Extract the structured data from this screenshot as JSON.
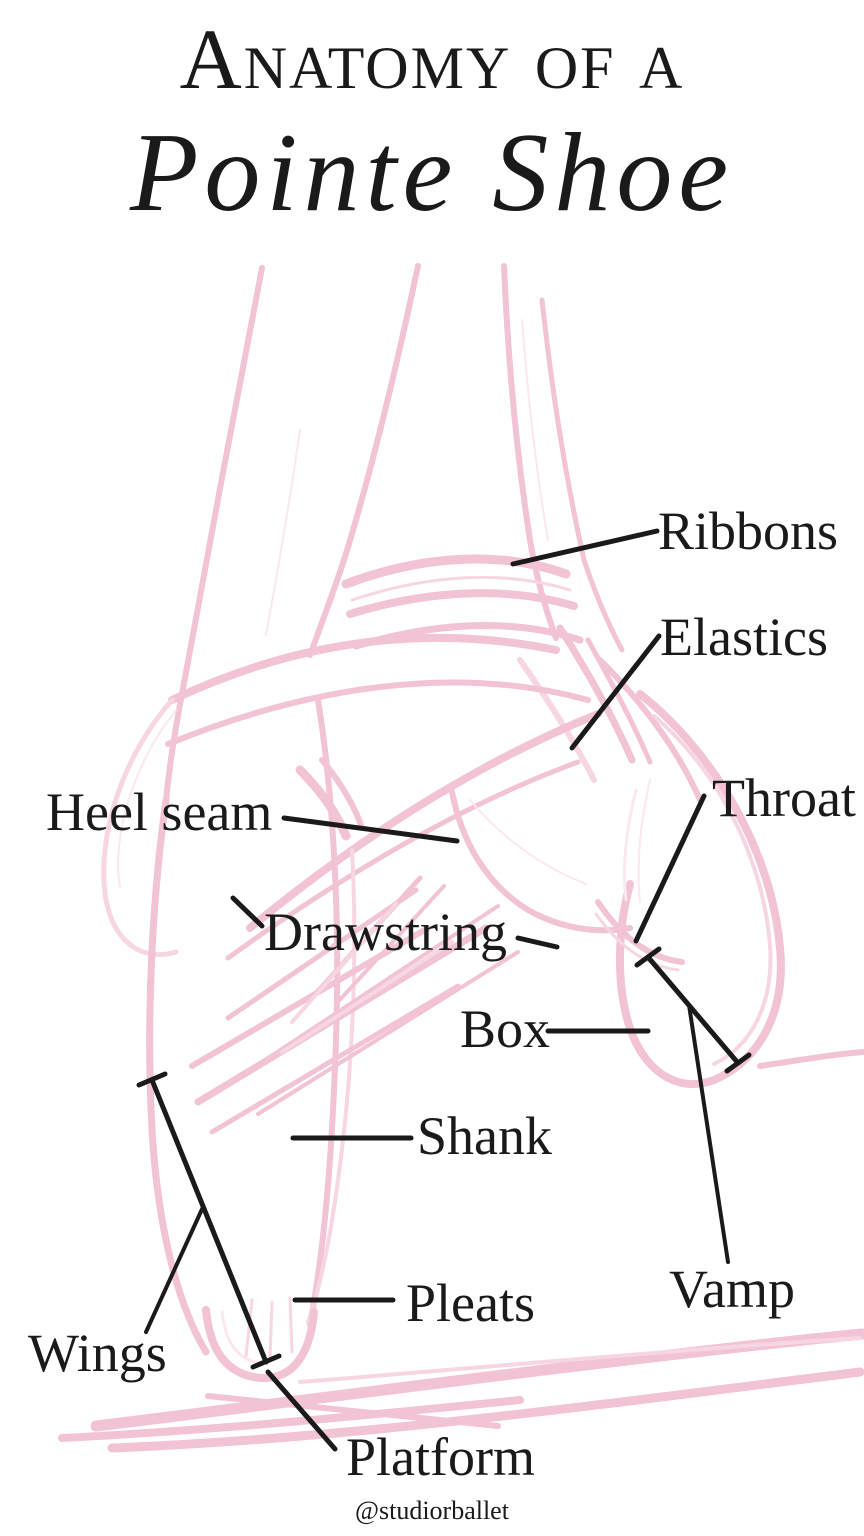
{
  "title": {
    "line1": "Anatomy of a",
    "line2": "Pointe Shoe"
  },
  "labels": {
    "ribbons": "Ribbons",
    "elastics": "Elastics",
    "throat": "Throat",
    "heel_seam": "Heel seam",
    "drawstring": "Drawstring",
    "box": "Box",
    "shank": "Shank",
    "vamp": "Vamp",
    "pleats": "Pleats",
    "wings": "Wings",
    "platform": "Platform"
  },
  "credit": "@studiorballet",
  "colors": {
    "background": "#ffffff",
    "ink": "#1a1a1a",
    "pink": "#f2c2d5",
    "pink_light": "#f7d6e3",
    "pink_xlight": "#fbe7ef"
  }
}
